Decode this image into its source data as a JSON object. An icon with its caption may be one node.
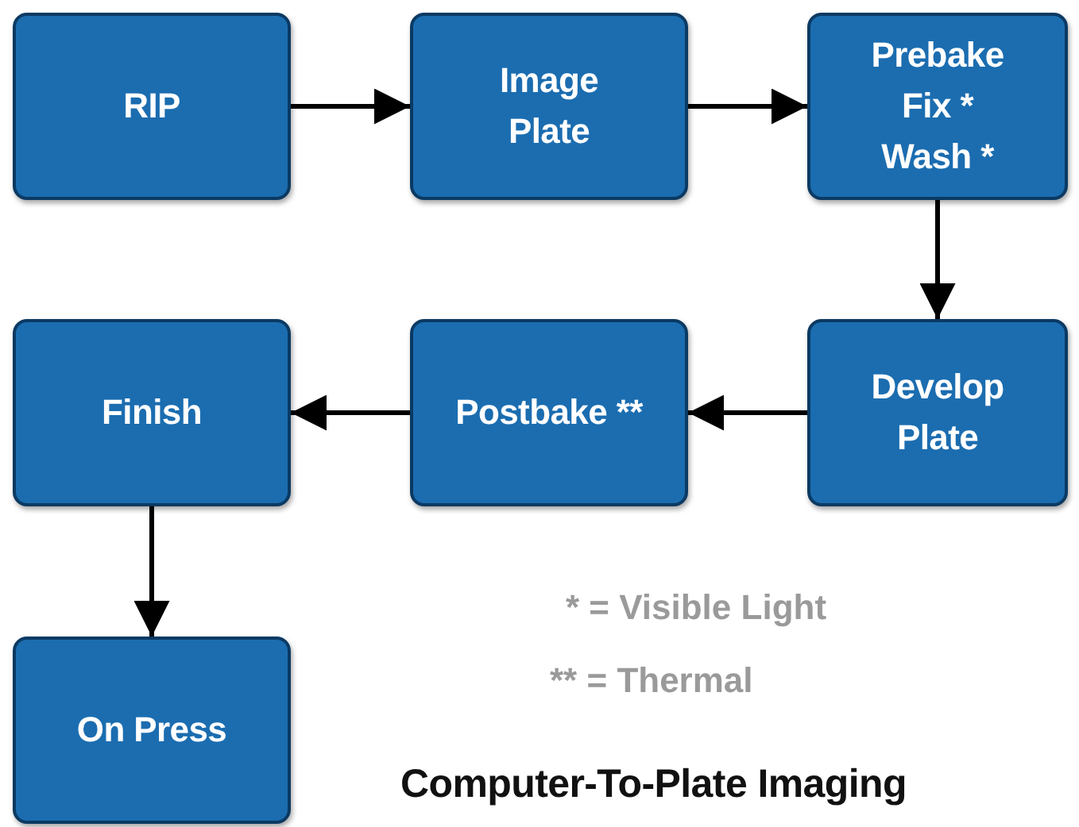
{
  "diagram": {
    "title": "Computer-To-Plate Imaging",
    "nodes": [
      {
        "text": [
          "RIP"
        ]
      },
      {
        "text": [
          "Image Plate"
        ]
      },
      {
        "text": [
          "Prebake Fix * Wash *"
        ]
      },
      {
        "text": [
          "Finish"
        ]
      },
      {
        "text": [
          "Postbake **"
        ]
      },
      {
        "text": [
          "Develop Plate"
        ]
      },
      {
        "text": [
          "On Press"
        ]
      }
    ],
    "edges": [
      {
        "from": 0,
        "to": 1,
        "arrow": "to"
      },
      {
        "from": 1,
        "to": 2,
        "arrow": "to"
      },
      {
        "from": 2,
        "to": 5,
        "arrow": "to"
      },
      {
        "from": 5,
        "to": 4,
        "arrow": "to"
      },
      {
        "from": 4,
        "to": 3,
        "arrow": "to"
      },
      {
        "from": 3,
        "to": 6,
        "arrow": "to"
      }
    ],
    "labels": [
      "* = Visible Light",
      "** = Thermal"
    ]
  }
}
